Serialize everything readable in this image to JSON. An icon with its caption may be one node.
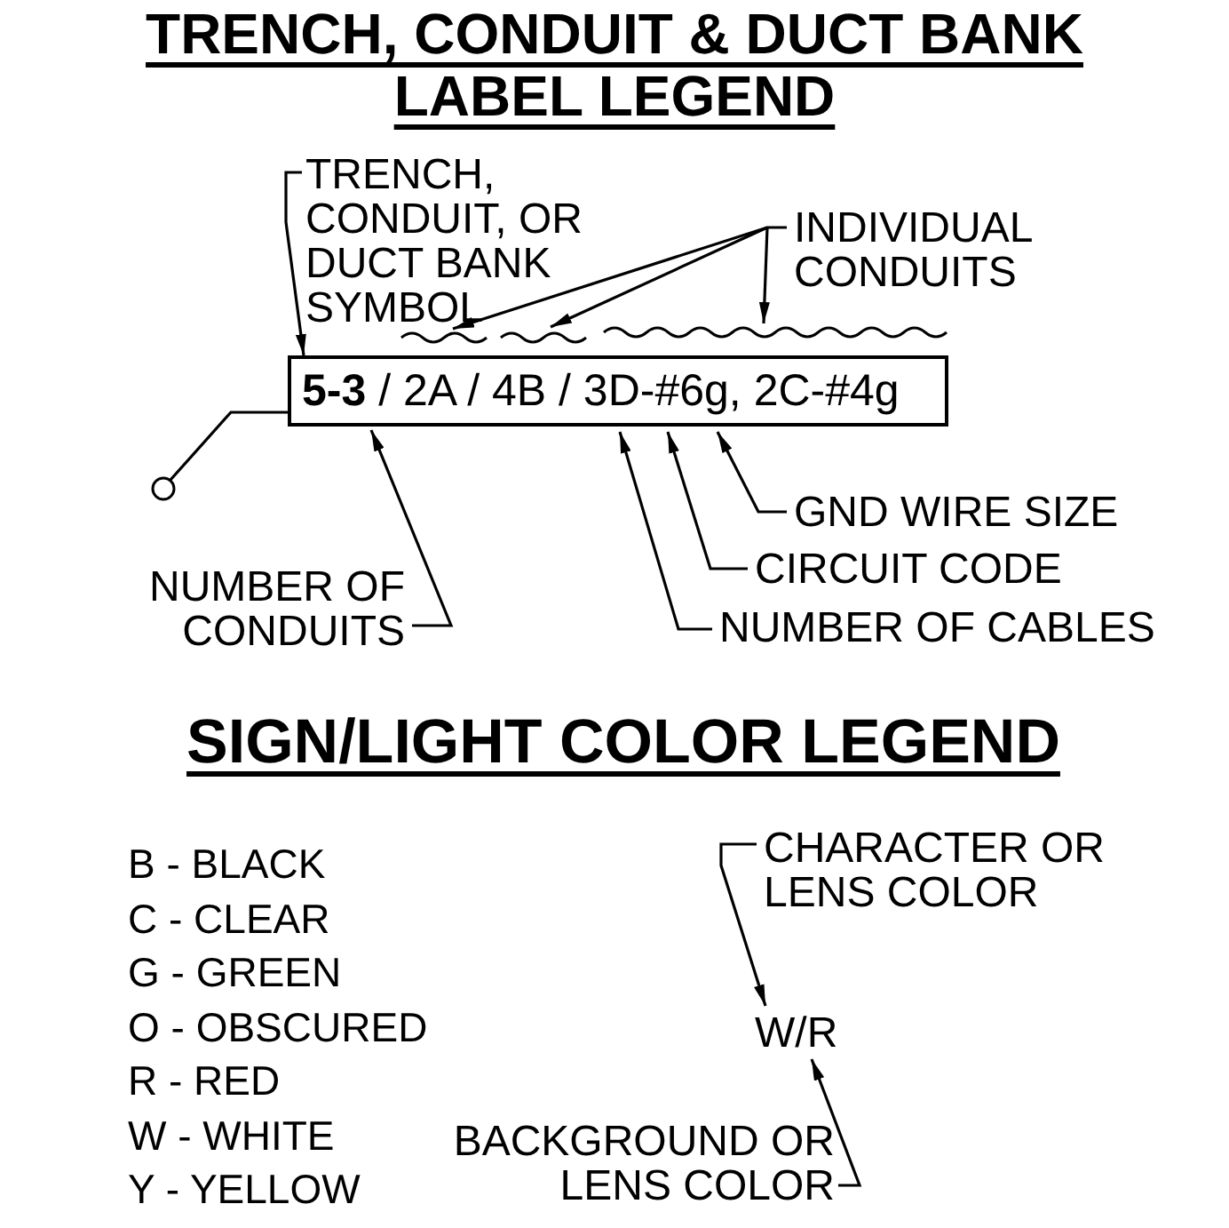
{
  "diagram": {
    "title": "TRENCH, CONDUIT & DUCT BANK LABEL LEGEND",
    "nodes": [
      {
        "text": [
          "TRENCH, CONDUIT, OR DUCT BANK SYMBOL"
        ]
      },
      {
        "text": [
          "INDIVIDUAL CONDUITS"
        ]
      },
      {
        "text": [],
        "shape": "bracket"
      },
      {
        "text": [],
        "shape": "bracket"
      },
      {
        "text": [],
        "shape": "bracket"
      },
      {
        "text": [
          "**5-3** / 2A / 4B / 3D-#6g, 2C-#4g"
        ]
      },
      {
        "text": [],
        "shape": "circle"
      },
      {
        "text": [
          "GND WIRE SIZE"
        ]
      },
      {
        "text": [
          "CIRCUIT CODE"
        ]
      },
      {
        "text": [
          "NUMBER OF CONDUITS"
        ]
      },
      {
        "text": [
          "NUMBER OF CABLES"
        ]
      },
      {
        "text": [
          "CHARACTER OR LENS COLOR"
        ]
      },
      {
        "text": [
          "W/R"
        ]
      },
      {
        "text": [
          "BACKGROUND OR LENS COLOR"
        ]
      }
    ],
    "edges": [
      {
        "from": 0,
        "to": 5,
        "arrow": "to"
      },
      {
        "from": 1,
        "to": 2,
        "arrow": "to"
      },
      {
        "from": 1,
        "to": 3,
        "arrow": "to"
      },
      {
        "from": 1,
        "to": 4,
        "arrow": "to"
      },
      {
        "from": 6,
        "to": 5,
        "arrow": "none"
      },
      {
        "from": 7,
        "to": 5,
        "arrow": "to"
      },
      {
        "from": 8,
        "to": 5,
        "arrow": "to"
      },
      {
        "from": 9,
        "to": 5,
        "arrow": "to"
      },
      {
        "from": 10,
        "to": 5,
        "arrow": "to"
      },
      {
        "from": 11,
        "to": 12,
        "arrow": "to"
      },
      {
        "from": 13,
        "to": 12,
        "arrow": "to"
      }
    ],
    "labels": [
      "SIGN/LIGHT COLOR LEGEND",
      "B - BLACK",
      "C - CLEAR",
      "G - GREEN",
      "O - OBSCURED",
      "R - RED",
      "W - WHITE",
      "Y - YELLOW"
    ]
  }
}
